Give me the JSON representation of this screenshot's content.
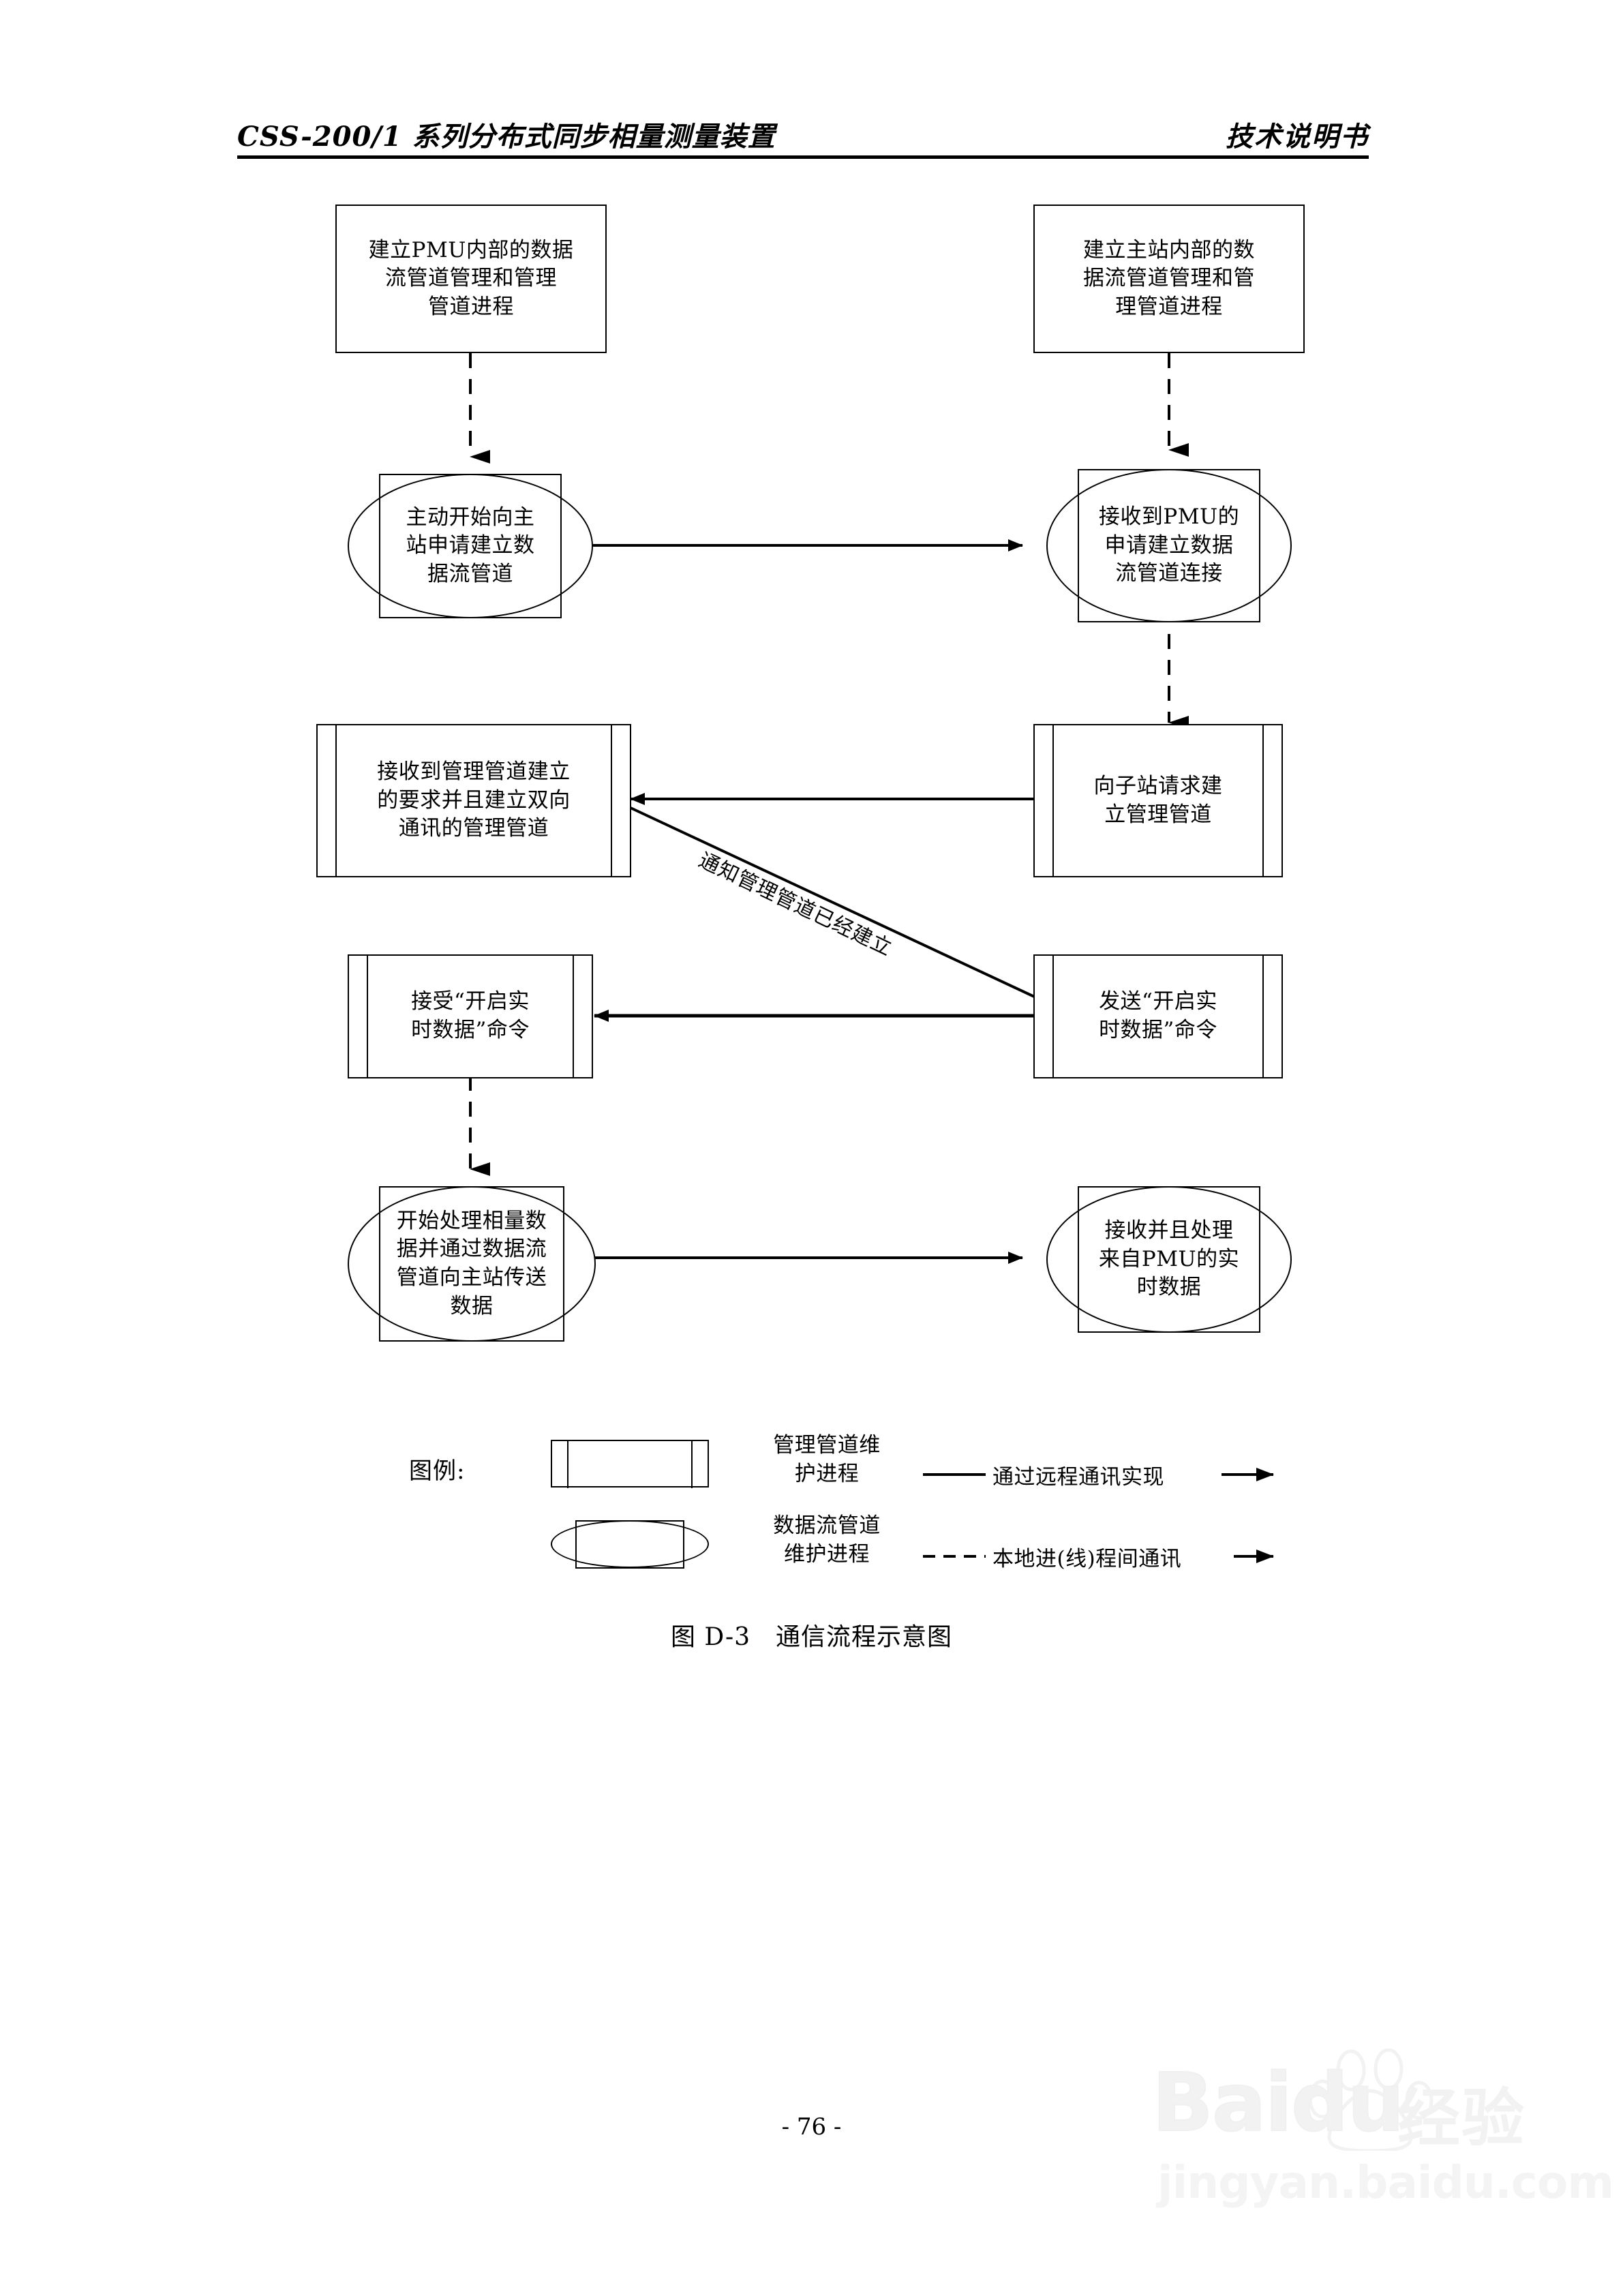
{
  "header": {
    "left_title": "CSS-200/1 系列分布式同步相量测量装置",
    "right_title": "技术说明书"
  },
  "diagram": {
    "nodes": {
      "pmu_init": "建立PMU内部的数据\n流管道管理和管理\n管道进程",
      "master_init": "建立主站内部的数\n据流管道管理和管\n理管道进程",
      "pmu_request": "主动开始向主\n站申请建立数\n据流管道",
      "master_receive_request": "接收到PMU的\n申请建立数据\n流管道连接",
      "pmu_build_mgmt": "接收到管理管道建立\n的要求并且建立双向\n通讯的管理管道",
      "master_request_mgmt": "向子站请求建\n立管理管道",
      "pmu_accept_cmd": "接受“开启实\n时数据”命令",
      "master_send_cmd": "发送“开启实\n时数据”命令",
      "pmu_send_data": "开始处理相量数\n据并通过数据流\n管道向主站传送\n数据",
      "master_process_data": "接收并且处理\n来自PMU的实\n时数据"
    },
    "edge_labels": {
      "notify_mgmt_ready": "通知管理管道已经建立"
    }
  },
  "legend": {
    "title": "图例:",
    "shape_items": [
      {
        "shape": "rectangle-icon",
        "label": "管理管道维\n护进程"
      },
      {
        "shape": "capsule-icon",
        "label": "数据流管道\n维护进程"
      }
    ],
    "line_items": [
      {
        "style": "solid-arrow-icon",
        "label": "通过远程通讯实现"
      },
      {
        "style": "dashed-arrow-icon",
        "label": "本地进(线)程间通讯"
      }
    ]
  },
  "caption": "图 D-3　通信流程示意图",
  "page_number": "- 76 -",
  "watermark": {
    "brand": "Baidu",
    "brand_cn": "经验",
    "url": "jingyan.baidu.com"
  },
  "colors": {
    "ink": "#000000",
    "paper": "#ffffff",
    "watermark": "#f2f2f2"
  }
}
